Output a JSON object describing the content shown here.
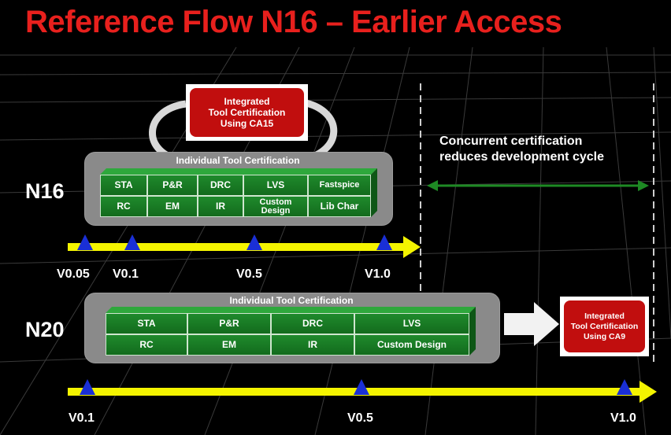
{
  "title": "Reference Flow N16 – Earlier Access",
  "note": {
    "line1": "Concurrent certification",
    "line2": "reduces development cycle"
  },
  "n16": {
    "label": "N16",
    "panel_caption": "Individual Tool Certification",
    "integrated": {
      "line1": "Integrated",
      "line2": "Tool Certification",
      "line3": "Using CA15"
    },
    "tools": [
      [
        "STA",
        "P&R",
        "DRC",
        "LVS",
        "Fastspice"
      ],
      [
        "RC",
        "EM",
        "IR",
        "Custom Design",
        "Lib Char"
      ]
    ],
    "versions": [
      "V0.05",
      "V0.1",
      "V0.5",
      "V1.0"
    ]
  },
  "n20": {
    "label": "N20",
    "panel_caption": "Individual Tool Certification",
    "integrated": {
      "line1": "Integrated",
      "line2": "Tool Certification",
      "line3": "Using CA9"
    },
    "tools": [
      [
        "STA",
        "P&R",
        "DRC",
        "LVS"
      ],
      [
        "RC",
        "EM",
        "IR",
        "Custom Design"
      ]
    ],
    "versions": [
      "V0.1",
      "V0.5",
      "V1.0"
    ]
  },
  "colors": {
    "title": "#e8201d",
    "timeline": "#f4f400",
    "marker": "#1a2fd6",
    "cell": "#1b7f27",
    "integrated": "#c10e0e",
    "span_arrow": "#1e8a24"
  }
}
